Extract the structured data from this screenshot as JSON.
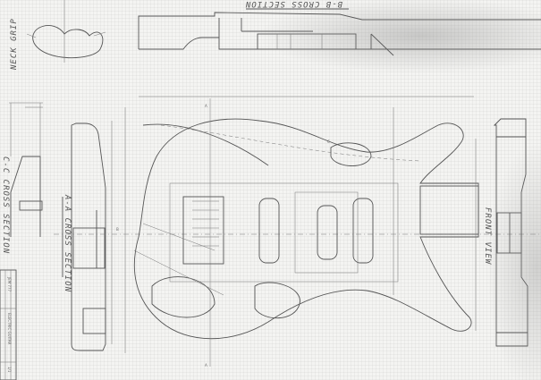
{
  "drawing": {
    "sections": {
      "b_b": "B-B CROSS SECTION",
      "c_c": "C-C CROSS SECTION",
      "a_a": "A-A CROSS SECTION",
      "front": "FRONT VIEW",
      "neck": "NECK GRIP"
    },
    "markers": {
      "a_top": "A",
      "a_bottom": "A",
      "b": "B",
      "c": "C"
    },
    "title_block": {
      "name": "ELECTRIC GUITAR",
      "model": "JEM 777",
      "scale": "1/1"
    }
  }
}
